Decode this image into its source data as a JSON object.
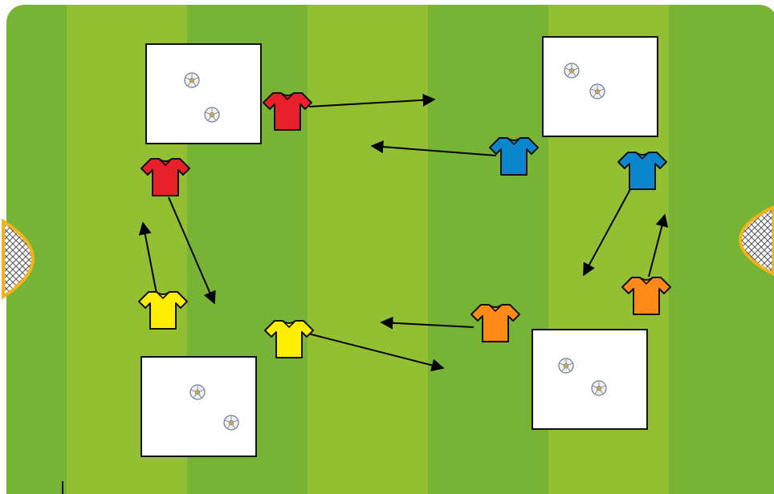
{
  "pitch": {
    "stripe_colors": [
      "#77b334",
      "#93bf33"
    ]
  },
  "goals": [
    {
      "side": "left"
    },
    {
      "side": "right"
    }
  ],
  "zones": [
    {
      "name": "zone-top-left",
      "balls": 2
    },
    {
      "name": "zone-top-right",
      "balls": 2
    },
    {
      "name": "zone-bottom-left",
      "balls": 2
    },
    {
      "name": "zone-bottom-right",
      "balls": 2
    }
  ],
  "players": [
    {
      "team": "red",
      "color": "#e8202a"
    },
    {
      "team": "red",
      "color": "#e8202a"
    },
    {
      "team": "blue",
      "color": "#0a86cc"
    },
    {
      "team": "blue",
      "color": "#0a86cc"
    },
    {
      "team": "yellow",
      "color": "#ffee00"
    },
    {
      "team": "yellow",
      "color": "#ffee00"
    },
    {
      "team": "orange",
      "color": "#ff8a1a"
    },
    {
      "team": "orange",
      "color": "#ff8a1a"
    }
  ],
  "arrows": [
    {
      "from": "red",
      "to": "right"
    },
    {
      "from": "red",
      "to": "down"
    },
    {
      "from": "blue",
      "to": "left"
    },
    {
      "from": "blue",
      "to": "down"
    },
    {
      "from": "yellow",
      "to": "up"
    },
    {
      "from": "yellow",
      "to": "right"
    },
    {
      "from": "orange",
      "to": "left"
    },
    {
      "from": "orange",
      "to": "up"
    }
  ],
  "icons": {
    "ball": "soccer-ball-icon",
    "shirt": "shirt-icon",
    "goal": "goal-net-icon"
  }
}
